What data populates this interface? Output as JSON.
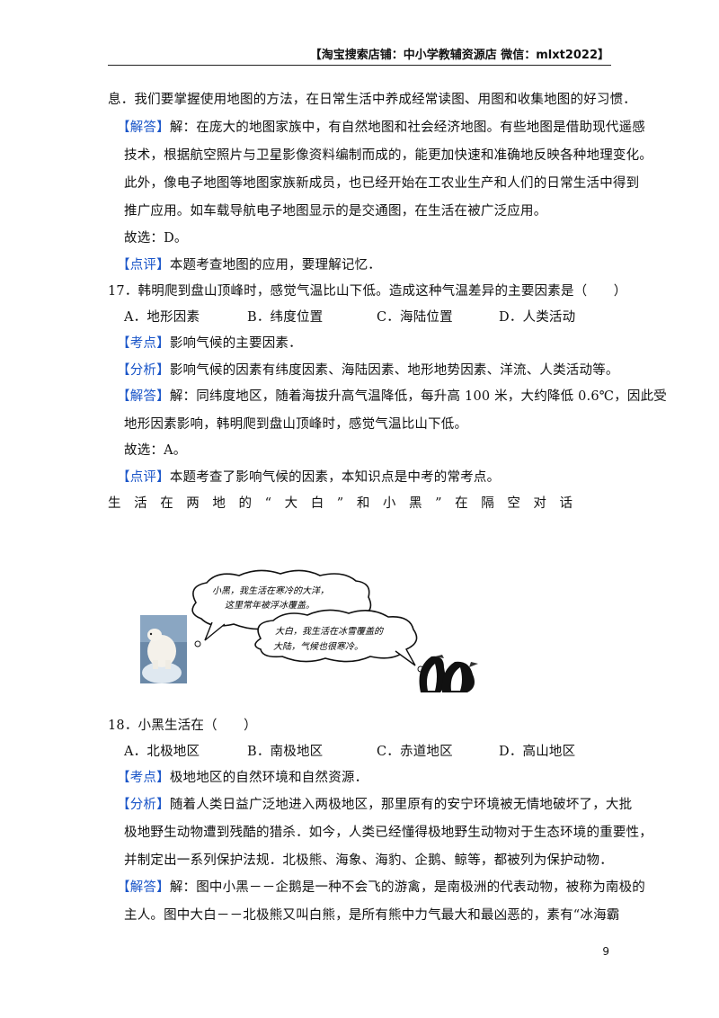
{
  "header": {
    "text": "【淘宝搜索店铺：中小学教辅资源店 微信：mlxt2022】"
  },
  "q16_tail": {
    "l1": "息．我们要掌握使用地图的方法，在日常生活中养成经常读图、用图和收集地图的好习惯．",
    "answer_tag": "【解答】",
    "a1": "解：在庞大的地图家族中，有自然地图和社会经济地图。有些地图是借助现代遥感",
    "a2": "技术，根据航空照片与卫星影像资料编制而成的，能更加快速和准确地反映各种地理变化。",
    "a3": "此外，像电子地图等地图家族新成员，也已经开始在工农业生产和人们的日常生活中得到",
    "a4": "推广应用。如车载导航电子地图显示的是交通图，在生活在被广泛应用。",
    "choose": "故选：D。",
    "comment_tag": "【点评】",
    "comment": "本题考查地图的应用，要理解记忆．"
  },
  "q17": {
    "stem": "17．韩明爬到盘山顶峰时，感觉气温比山下低。造成这种气温差异的主要因素是（　　）",
    "options": [
      "A．地形因素",
      "B．纬度位置",
      "C．海陆位置",
      "D．人类活动"
    ],
    "point_tag": "【考点】",
    "point": "影响气候的主要因素．",
    "analysis_tag": "【分析】",
    "analysis": "影响气候的因素有纬度因素、海陆因素、地形地势因素、洋流、人类活动等。",
    "answer_tag": "【解答】",
    "a1": "解：同纬度地区，随着海拔升高气温降低，每升高 100 米，大约降低 0.6℃，因此受",
    "a2": "地形因素影响，韩明爬到盘山顶峰时，感觉气温比山下低。",
    "choose": "故选：A。",
    "comment_tag": "【点评】",
    "comment": "本题考查了影响气候的因素，本知识点是中考的常考点。"
  },
  "intro": {
    "text": "生活在两地的“大白”和小黑”在隔空对话"
  },
  "figure": {
    "bubble1_l1": "小黑，我生活在寒冷的大洋，",
    "bubble1_l2": "这里常年被浮冰覆盖。",
    "bubble2_l1": "大白，我生活在冰雪覆盖的",
    "bubble2_l2": "大陆，气候也很寒冷。"
  },
  "q18": {
    "stem": "18．小黑生活在（　　）",
    "options": [
      "A．北极地区",
      "B．南极地区",
      "C．赤道地区",
      "D．高山地区"
    ],
    "point_tag": "【考点】",
    "point": "极地地区的自然环境和自然资源．",
    "analysis_tag": "【分析】",
    "an1": "随着人类日益广泛地进入两极地区，那里原有的安宁环境被无情地破坏了，大批",
    "an2": "极地野生动物遭到残酷的猎杀．如今，人类已经懂得极地野生动物对于生态环境的重要性，",
    "an3": "并制定出一系列保护法规．北极熊、海象、海豹、企鹅、鲸等，都被列为保护动物．",
    "answer_tag": "【解答】",
    "a1": "解：图中小黑－－企鹅是一种不会飞的游禽，是南极洲的代表动物，被称为南极的",
    "a2": "主人。图中大白－－北极熊又叫白熊，是所有熊中力气最大和最凶恶的，素有“冰海霸"
  },
  "page_number": "9"
}
